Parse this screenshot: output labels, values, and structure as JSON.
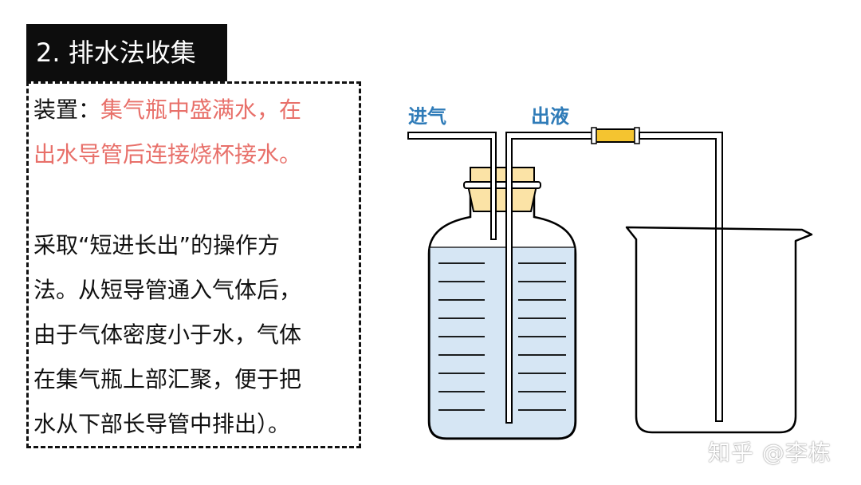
{
  "title": "2. 排水法收集",
  "apparatus": {
    "label": "装置：",
    "highlight_lines": [
      "集气瓶中盛满水，在",
      "出水导管后连接烧杯接水。"
    ]
  },
  "method": {
    "lines": [
      "采取“短进长出”的操作方",
      "法。从短导管通入气体后，",
      "由于气体密度小于水，气体",
      "在集气瓶上部汇聚，便于把",
      "水从下部长导管中排出）。"
    ]
  },
  "diagram": {
    "inlet_label": "进气",
    "outlet_label": "出液",
    "colors": {
      "water": "#d6e6f4",
      "stopper": "#fbe3a6",
      "connector": "#f4c430",
      "label": "#2e7bb8",
      "highlight_text": "#e8706a"
    }
  },
  "watermark": "知乎 @李栋"
}
